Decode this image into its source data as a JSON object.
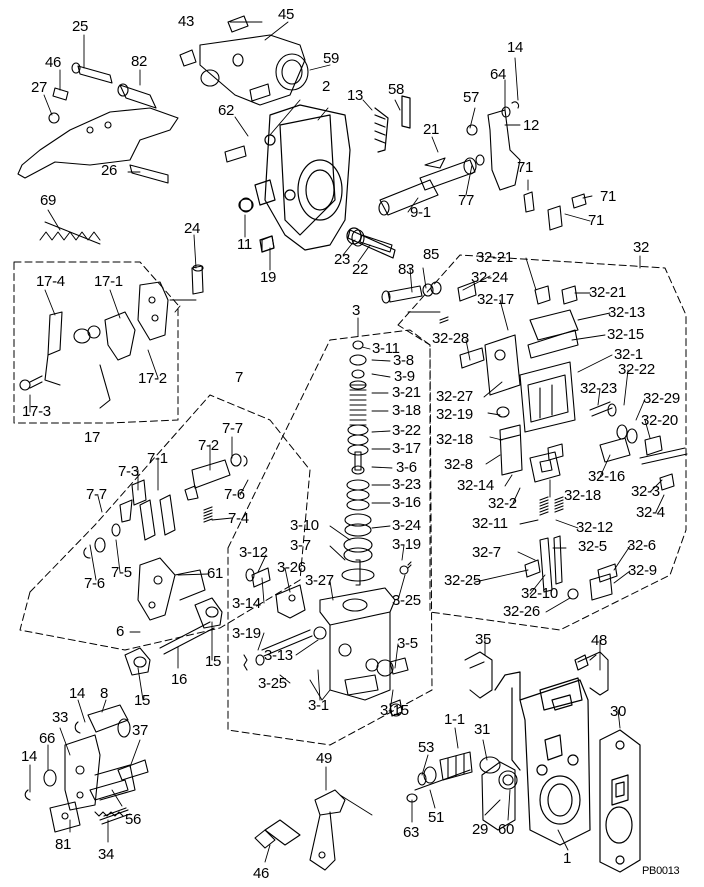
{
  "diagram": {
    "drawing_code": "PB0013",
    "callouts": [
      "25",
      "43",
      "45",
      "46",
      "82",
      "59",
      "27",
      "2",
      "58",
      "13",
      "14",
      "64",
      "57",
      "12",
      "62",
      "21",
      "26",
      "1",
      "9-1",
      "77",
      "71",
      "71",
      "71",
      "69",
      "24",
      "11",
      "23",
      "22",
      "19",
      "83",
      "85",
      "32",
      "32-21",
      "32-24",
      "32-21",
      "17-4",
      "17-1",
      "3",
      "32-17",
      "32-13",
      "32-28",
      "32-15",
      "3-11",
      "3-8",
      "3-9",
      "32-1",
      "3-21",
      "17-2",
      "32-22",
      "32-27",
      "32-23",
      "32-29",
      "3-18",
      "17-3",
      "7",
      "32-19",
      "32-20",
      "3-22",
      "7-7",
      "3-17",
      "32-18",
      "17",
      "7-2",
      "3-6",
      "7-3",
      "7-1",
      "32-8",
      "32-16",
      "3-23",
      "32-14",
      "32-18",
      "32-2",
      "32-3",
      "7-6",
      "3-16",
      "7-7",
      "32-4",
      "7-4",
      "32-11",
      "32-12",
      "3-10",
      "3-24",
      "3-7",
      "3-19",
      "32-7",
      "32-5",
      "32-6",
      "3-12",
      "3-26",
      "7-6",
      "7-5",
      "61",
      "32-25",
      "32-10",
      "32-9",
      "3-27",
      "3-25",
      "32-26",
      "3-14",
      "6",
      "35",
      "48",
      "3-19",
      "3-5",
      "15",
      "3-13",
      "16",
      "3-25",
      "15",
      "14",
      "8",
      "3-15",
      "3-1",
      "30",
      "33",
      "37",
      "1-1",
      "31",
      "53",
      "66",
      "14",
      "49",
      "56",
      "51",
      "29",
      "60",
      "63",
      "81",
      "34",
      "1",
      "46"
    ]
  }
}
